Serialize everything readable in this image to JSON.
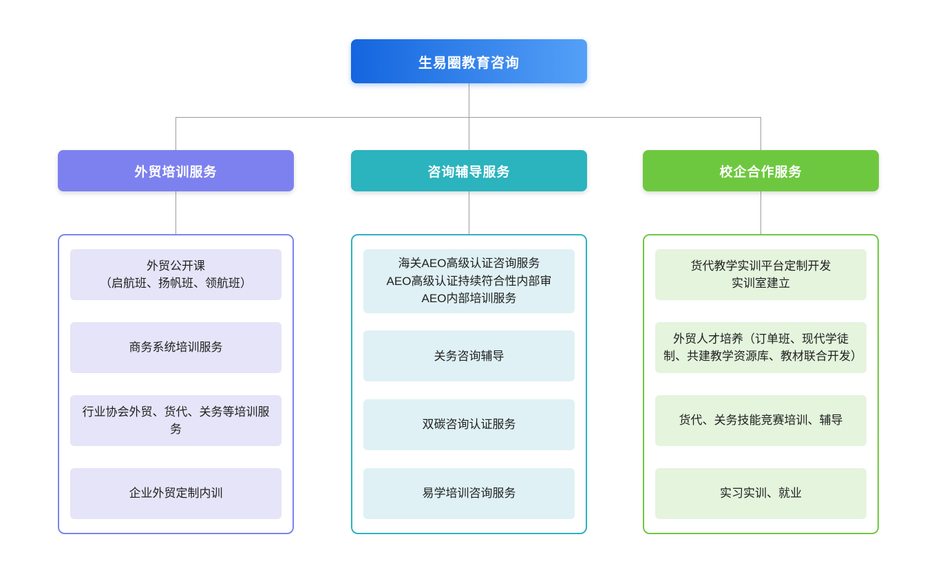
{
  "root": {
    "label": "生易圈教育咨询"
  },
  "colors": {
    "root_grad_a": "#1465df",
    "root_grad_b": "#54a0f7",
    "branch1": "#7d81ef",
    "branch1_item_bg": "#e6e4f8",
    "branch2": "#2bb3be",
    "branch2_item_bg": "#dff1f5",
    "branch3": "#6ec83f",
    "branch3_item_bg": "#e4f4dd",
    "connector": "#9b9b9b"
  },
  "branches": [
    {
      "label": "外贸培训服务",
      "items": [
        "外贸公开课\n（启航班、扬帆班、领航班）",
        "商务系统培训服务",
        "行业协会外贸、货代、关务等培训服务",
        "企业外贸定制内训"
      ]
    },
    {
      "label": "咨询辅导服务",
      "items": [
        "海关AEO高级认证咨询服务\nAEO高级认证持续符合性内部审\nAEO内部培训服务",
        "关务咨询辅导",
        "双碳咨询认证服务",
        "易学培训咨询服务"
      ]
    },
    {
      "label": "校企合作服务",
      "items": [
        "货代教学实训平台定制开发\n实训室建立",
        "外贸人才培养（订单班、现代学徒制、共建教学资源库、教材联合开发）",
        "货代、关务技能竞赛培训、辅导",
        "实习实训、就业"
      ]
    }
  ]
}
